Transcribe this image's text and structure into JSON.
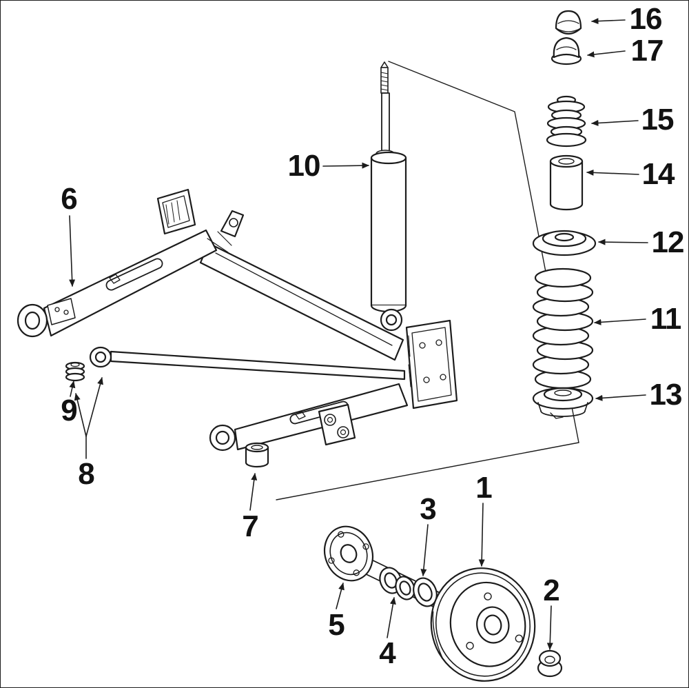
{
  "diagram": {
    "type": "exploded-parts-diagram",
    "background": "#ffffff",
    "line_color": "#1c1c1c",
    "callouts": {
      "c1": "1",
      "c2": "2",
      "c3": "3",
      "c4": "4",
      "c5": "5",
      "c6": "6",
      "c7": "7",
      "c8": "8",
      "c9": "9",
      "c10": "10",
      "c11": "11",
      "c12": "12",
      "c13": "13",
      "c14": "14",
      "c15": "15",
      "c16": "16",
      "c17": "17"
    }
  }
}
